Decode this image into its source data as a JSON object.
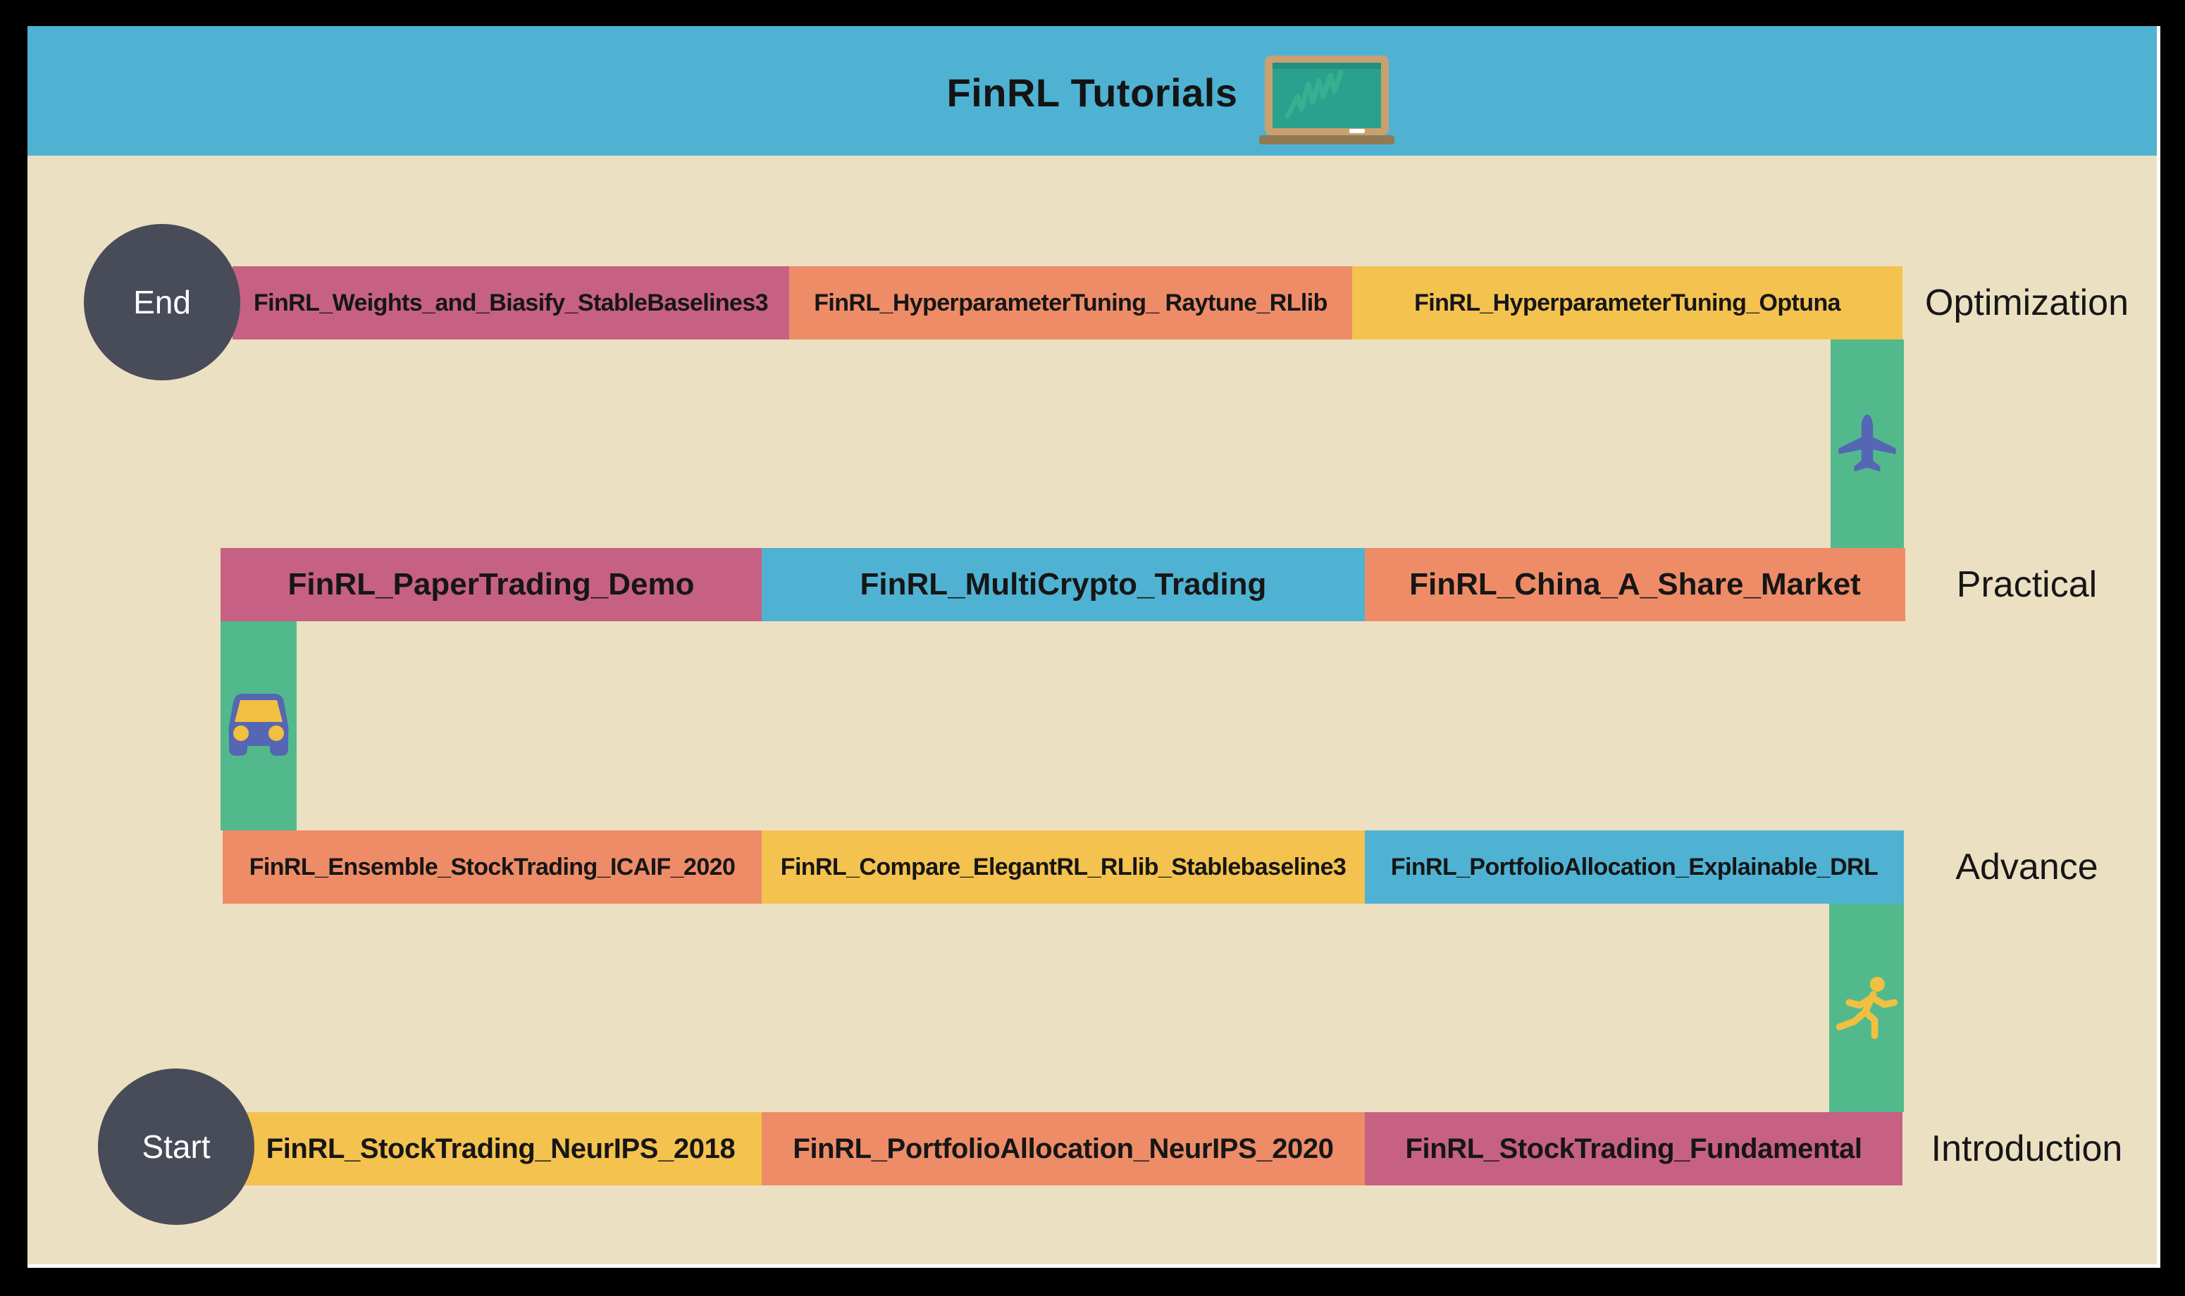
{
  "header": {
    "title": "FinRL Tutorials"
  },
  "endpoints": {
    "start": "Start",
    "end": "End"
  },
  "rows": [
    {
      "level": "Optimization",
      "blocks": [
        {
          "label": "FinRL_Weights_and_Biasify_StableBaselines3",
          "color": "#c76183"
        },
        {
          "label": "FinRL_HyperparameterTuning_ Raytune_RLlib",
          "color": "#ee8c68"
        },
        {
          "label": "FinRL_HyperparameterTuning_Optuna",
          "color": "#f4c24f"
        }
      ]
    },
    {
      "level": "Practical",
      "blocks": [
        {
          "label": "FinRL_PaperTrading_Demo",
          "color": "#c76183"
        },
        {
          "label": "FinRL_MultiCrypto_Trading",
          "color": "#4fb2d3"
        },
        {
          "label": "FinRL_China_A_Share_Market",
          "color": "#ee8c68"
        }
      ]
    },
    {
      "level": "Advance",
      "blocks": [
        {
          "label": "FinRL_Ensemble_StockTrading_ICAIF_2020",
          "color": "#ee8c68"
        },
        {
          "label": "FinRL_Compare_ElegantRL_RLlib_Stablebaseline3",
          "color": "#f4c24f"
        },
        {
          "label": "FinRL_PortfolioAllocation_Explainable_DRL",
          "color": "#4fb2d3"
        }
      ]
    },
    {
      "level": "Introduction",
      "blocks": [
        {
          "label": "FinRL_StockTrading_NeurIPS_2018",
          "color": "#f4c24f"
        },
        {
          "label": "FinRL_PortfolioAllocation_NeurIPS_2020",
          "color": "#ee8c68"
        },
        {
          "label": "FinRL_StockTrading_Fundamental",
          "color": "#c76183"
        }
      ]
    }
  ],
  "icons": {
    "header_icon": "chalkboard-chart-icon",
    "connector_icons": [
      "airplane-icon",
      "car-icon",
      "running-person-icon"
    ]
  },
  "colors": {
    "frame": "#000000",
    "header_bar": "#4fb2d3",
    "canvas": "#ece0c3",
    "node_circle": "#484b58",
    "node_text": "#ffffff",
    "block_pink": "#c76183",
    "block_orange": "#ee8c68",
    "block_yellow": "#f4c24f",
    "block_blue": "#4fb2d3",
    "connector_green": "#52b98c",
    "vehicle_blue": "#5566b4",
    "figure_yellow": "#f2c040",
    "text": "#161616"
  }
}
